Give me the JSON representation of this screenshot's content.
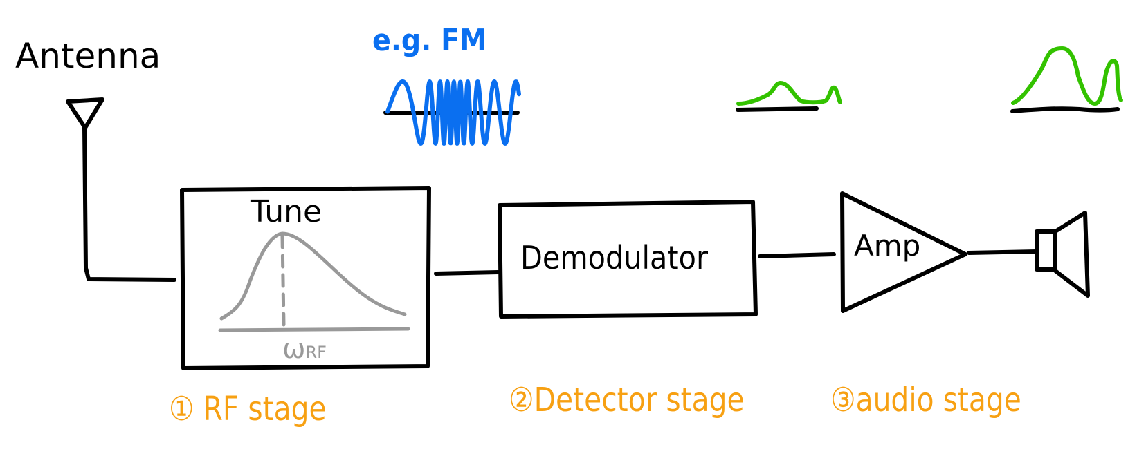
{
  "diagram": {
    "title": "Radio receiver block diagram",
    "colors": {
      "ink": "#000000",
      "tune_curve": "#999999",
      "fm_example": "#0a6ff0",
      "spectrum": "#33c200",
      "stage_labels": "#f7a012"
    },
    "antenna": {
      "label": "Antenna",
      "icon": "antenna-icon"
    },
    "fm_example": {
      "label": "e.g. FM",
      "icon": "fm-waveform-icon"
    },
    "blocks": [
      {
        "id": "tune",
        "label": "Tune",
        "curve_label": "ω",
        "curve_label_sub": "RF"
      },
      {
        "id": "demodulator",
        "label": "Demodulator"
      },
      {
        "id": "amp",
        "label": "Amp"
      }
    ],
    "speaker": {
      "icon": "speaker-icon"
    },
    "spectra": [
      {
        "id": "demodulated-spectrum",
        "icon": "small-spectrum-icon"
      },
      {
        "id": "amplified-spectrum",
        "icon": "large-spectrum-icon"
      }
    ],
    "stages": [
      {
        "number": "①",
        "label": "RF stage"
      },
      {
        "number": "②",
        "label": "Detector stage"
      },
      {
        "number": "③",
        "label": "audio stage"
      }
    ]
  }
}
